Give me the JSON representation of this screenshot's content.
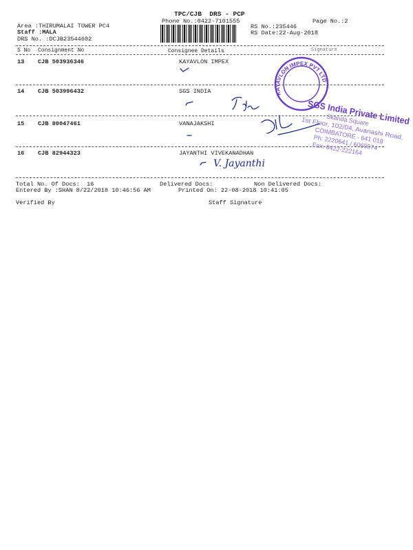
{
  "header": {
    "title": "TPC/CJB  DRS - PCP",
    "phone": "Phone No.:0422-7101555",
    "page": "Page No.:2",
    "area": "Area :THIRUMALAI TOWER PC4",
    "staff": "Staff :MALA",
    "drs_no": "DRS No. :DCJB23544602",
    "rs_no": "RS No.:235446",
    "rs_date": "RS Date:22-Aug-2018"
  },
  "columns": {
    "sno": "S No",
    "consignment": "Consignment No",
    "consignee": "Consignee Details",
    "signature": "Signature"
  },
  "rows": [
    {
      "sno": "13",
      "consignment": "CJB 503936346",
      "consignee": "KAYAVLON IMPEX"
    },
    {
      "sno": "14",
      "consignment": "CJB 503996432",
      "consignee": "SGS INDIA"
    },
    {
      "sno": "15",
      "consignment": "CJB 80047461",
      "consignee": "VANAJAKSHI"
    },
    {
      "sno": "16",
      "consignment": "CJB 82944323",
      "consignee": "JAYANTHI VIVEKANADHAN"
    }
  ],
  "footer": {
    "total": "Total No. Of Docs:  16",
    "delivered": "Delivered Docs:",
    "non_delivered": "Non Delivered Docs:",
    "entered_by": "Entered By :SHAN 8/22/2018 10:46:56 AM",
    "printed_on": "Printed On: 22-08-2018 10:41:05",
    "verified_by": "Verified By",
    "staff_signature": "Staff Signature"
  },
  "stamps": {
    "circle": "KAYAVLON IMPEX PVT LTD",
    "sgs_title": "SGS India Private Limited",
    "sgs_lines": [
      "Skanda Square",
      "1st Floor, 102/04, Avanashi Road,",
      "COIMBATORE - 641 018",
      "Ph: 2220641 / 6060074",
      "Fax: 0422-222164"
    ]
  },
  "handwriting": {
    "row16": "V. Jayanthi"
  },
  "colors": {
    "stamp": "#6a3bc8",
    "ink": "#1a2a8a"
  }
}
